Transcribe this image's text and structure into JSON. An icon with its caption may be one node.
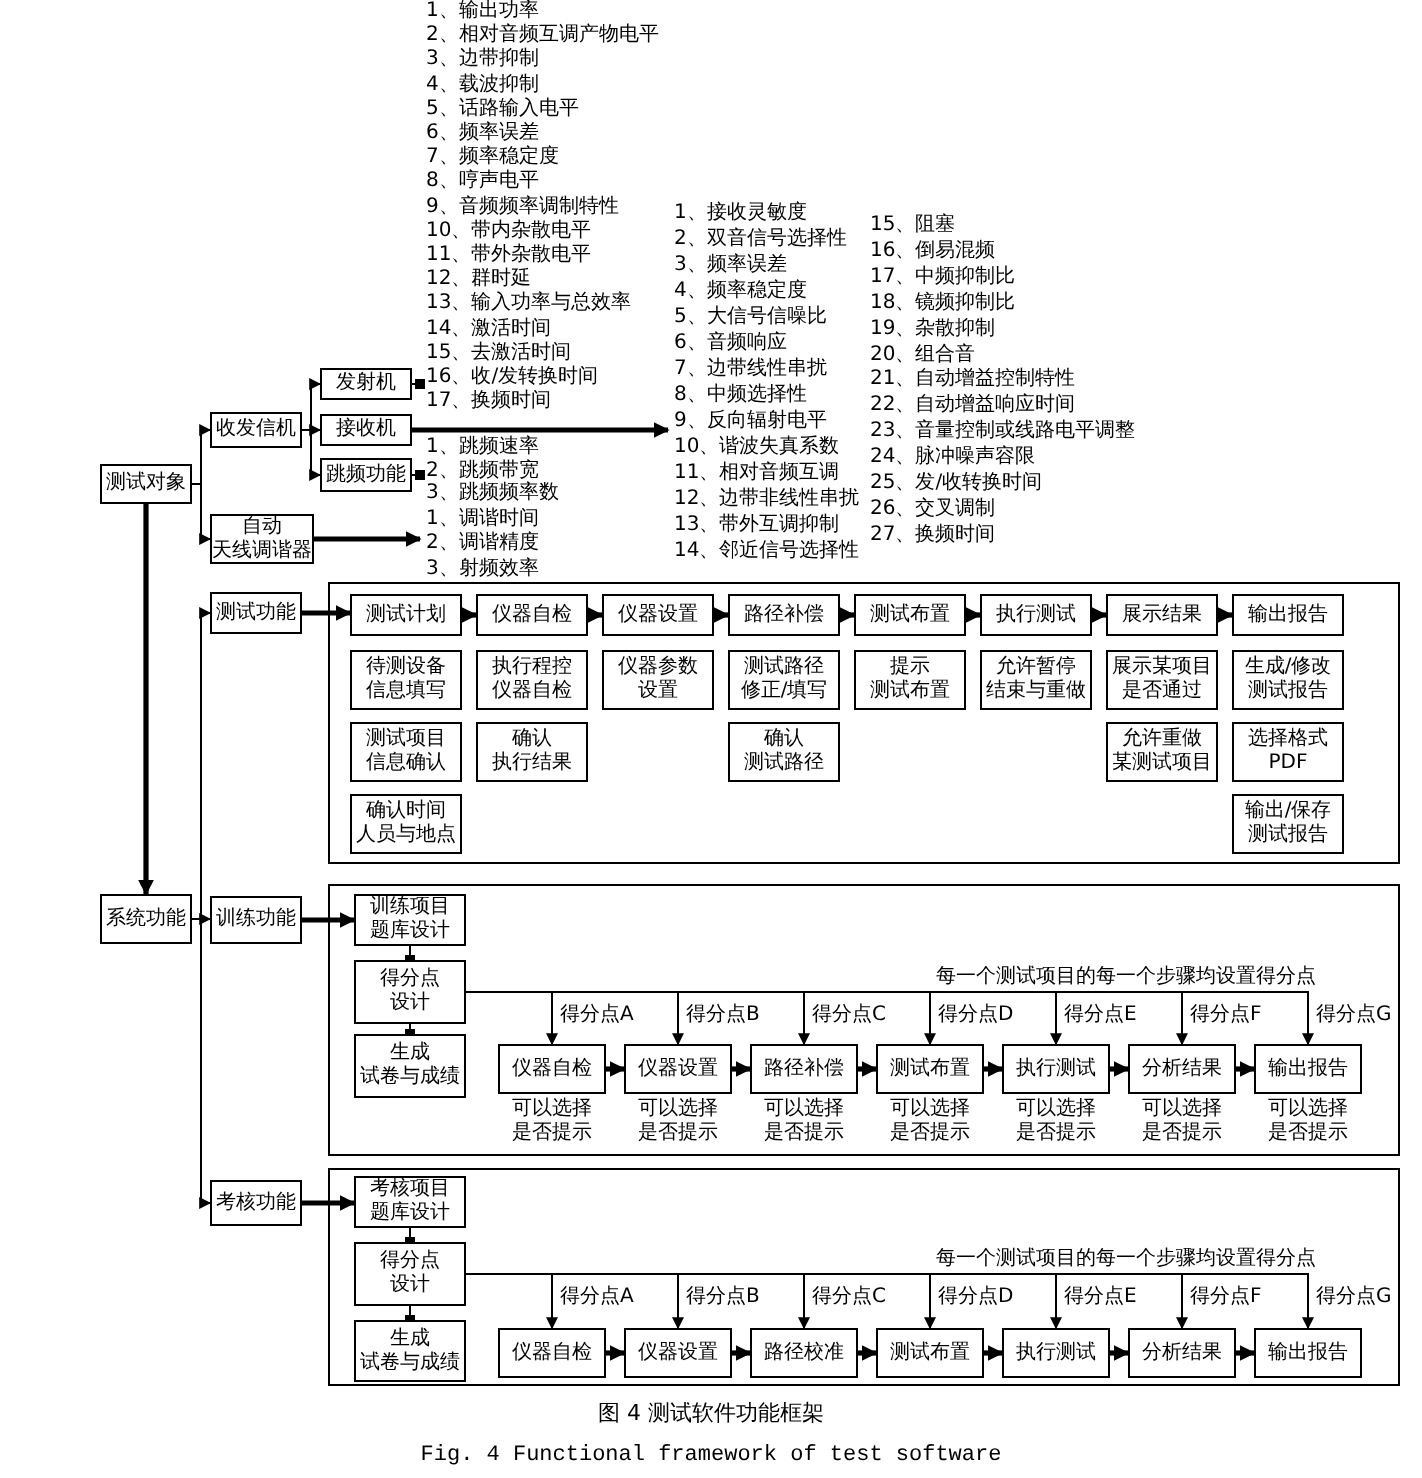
{
  "diagram": {
    "caption": "图 4 测试软件功能框架",
    "nodes": [
      {
        "text": [
          "测试对象"
        ]
      },
      {
        "text": [
          "收发信机"
        ]
      },
      {
        "text": [
          "自动天线调谐器"
        ]
      },
      {
        "text": [
          "发射机"
        ]
      },
      {
        "text": [
          "接收机"
        ]
      },
      {
        "text": [
          "跳频功能"
        ]
      },
      {
        "text": [
          "1、输出功率",
          "2、相对音频互调产物电平",
          "3、边带抑制",
          "4、载波抑制",
          "5、话路输入电平",
          "6、频率误差",
          "7、频率稳定度",
          "8、哼声电平",
          "9、音频频率调制特性",
          "10、带内杂散电平",
          "11、带外杂散电平",
          "12、群时延",
          "13、输入功率与总效率",
          "14、激活时间",
          "15、去激活时间",
          "16、收/发转换时间",
          "17、换频时间"
        ]
      },
      {
        "text": [
          "1、接收灵敏度",
          "2、双音信号选择性",
          "3、频率误差",
          "4、频率稳定度",
          "5、大信号信噪比",
          "6、音频响应",
          "7、边带线性串扰",
          "8、中频选择性",
          "9、反向辐射电平",
          "10、谐波失真系数",
          "11、相对音频互调",
          "12、边带非线性串扰",
          "13、带外互调抑制",
          "14、邻近信号选择性",
          "15、阻塞",
          "16、倒易混频",
          "17、中频抑制比",
          "18、镜频抑制比",
          "19、杂散抑制",
          "20、组合音",
          "21、自动增益控制特性",
          "22、自动增益响应时间",
          "23、音量控制或线路电平调整",
          "24、脉冲噪声容限",
          "25、发/收转换时间",
          "26、交叉调制",
          "27、换频时间"
        ]
      },
      {
        "text": [
          "1、跳频速率",
          "2、跳频带宽",
          "3、跳频频率数"
        ]
      },
      {
        "text": [
          "1、调谐时间",
          "2、调谐精度",
          "3、射频效率"
        ]
      },
      {
        "text": [
          "系统功能"
        ]
      },
      {
        "text": [
          "测试功能"
        ]
      },
      {
        "text": [
          "训练功能"
        ]
      },
      {
        "text": [
          "考核功能"
        ]
      },
      {
        "text": [],
        "shape": "box"
      },
      {
        "text": [
          "测试计划"
        ],
        "in": 14
      },
      {
        "text": [
          "仪器自检"
        ],
        "in": 14
      },
      {
        "text": [
          "仪器设置"
        ],
        "in": 14
      },
      {
        "text": [
          "路径补偿"
        ],
        "in": 14
      },
      {
        "text": [
          "测试布置"
        ],
        "in": 14
      },
      {
        "text": [
          "执行测试"
        ],
        "in": 14
      },
      {
        "text": [
          "展示结果"
        ],
        "in": 14
      },
      {
        "text": [
          "输出报告"
        ],
        "in": 14
      },
      {
        "text": [
          "待测设备信息填写"
        ],
        "in": 14
      },
      {
        "text": [
          "测试项目信息确认"
        ],
        "in": 14
      },
      {
        "text": [
          "确认时间人员与地点"
        ],
        "in": 14
      },
      {
        "text": [
          "执行程控仪器自检"
        ],
        "in": 14
      },
      {
        "text": [
          "确认执行结果"
        ],
        "in": 14
      },
      {
        "text": [
          "仪器参数设置"
        ],
        "in": 14
      },
      {
        "text": [
          "测试路径修正/填写"
        ],
        "in": 14
      },
      {
        "text": [
          "确认测试路径"
        ],
        "in": 14
      },
      {
        "text": [
          "提示测试布置"
        ],
        "in": 14
      },
      {
        "text": [
          "允许暂停结束与重做"
        ],
        "in": 14
      },
      {
        "text": [
          "展示某项目是否通过"
        ],
        "in": 14
      },
      {
        "text": [
          "允许重做某测试项目"
        ],
        "in": 14
      },
      {
        "text": [
          "生成/修改测试报告"
        ],
        "in": 14
      },
      {
        "text": [
          "选择格式PDF"
        ],
        "in": 14
      },
      {
        "text": [
          "输出/保存测试报告"
        ],
        "in": 14
      },
      {
        "text": [],
        "shape": "box"
      },
      {
        "text": [
          "训练项目题库设计"
        ],
        "in": 38
      },
      {
        "text": [
          "得分点设计"
        ],
        "in": 38
      },
      {
        "text": [
          "生成试卷与成绩"
        ],
        "in": 38
      },
      {
        "text": [
          "仪器自检"
        ],
        "in": 38,
        "beside": [
          "可以选择是否提示"
        ]
      },
      {
        "text": [
          "仪器设置"
        ],
        "in": 38,
        "beside": [
          "可以选择是否提示"
        ]
      },
      {
        "text": [
          "路径补偿"
        ],
        "in": 38,
        "beside": [
          "可以选择是否提示"
        ]
      },
      {
        "text": [
          "测试布置"
        ],
        "in": 38,
        "beside": [
          "可以选择是否提示"
        ]
      },
      {
        "text": [
          "执行测试"
        ],
        "in": 38,
        "beside": [
          "可以选择是否提示"
        ]
      },
      {
        "text": [
          "分析结果"
        ],
        "in": 38,
        "beside": [
          "可以选择是否提示"
        ]
      },
      {
        "text": [
          "输出报告"
        ],
        "in": 38,
        "beside": [
          "可以选择是否提示"
        ]
      },
      {
        "text": [],
        "shape": "box"
      },
      {
        "text": [
          "考核项目题库设计"
        ],
        "in": 49
      },
      {
        "text": [
          "得分点设计"
        ],
        "in": 49
      },
      {
        "text": [
          "生成试卷与成绩"
        ],
        "in": 49
      },
      {
        "text": [
          "仪器自检"
        ],
        "in": 49
      },
      {
        "text": [
          "仪器设置"
        ],
        "in": 49
      },
      {
        "text": [
          "路径校准"
        ],
        "in": 49
      },
      {
        "text": [
          "测试布置"
        ],
        "in": 49
      },
      {
        "text": [
          "执行测试"
        ],
        "in": 49
      },
      {
        "text": [
          "分析结果"
        ],
        "in": 49
      },
      {
        "text": [
          "输出报告"
        ],
        "in": 49
      }
    ],
    "edges": [
      {
        "from": 0,
        "to": 1,
        "arrow": "to"
      },
      {
        "from": 0,
        "to": 2,
        "arrow": "to"
      },
      {
        "from": 1,
        "to": 3,
        "arrow": "to"
      },
      {
        "from": 1,
        "to": 4,
        "arrow": "to"
      },
      {
        "from": 1,
        "to": 5,
        "arrow": "to"
      },
      {
        "from": 3,
        "to": 6,
        "arrow": "other"
      },
      {
        "from": 4,
        "to": 7,
        "arrow": "to",
        "style": "thick"
      },
      {
        "from": 5,
        "to": 8,
        "arrow": "other"
      },
      {
        "from": 2,
        "to": 9,
        "arrow": "to",
        "style": "thick"
      },
      {
        "from": 0,
        "to": 10,
        "arrow": "to",
        "style": "thick"
      },
      {
        "from": 10,
        "to": 11,
        "arrow": "to"
      },
      {
        "from": 10,
        "to": 12,
        "arrow": "to"
      },
      {
        "from": 10,
        "to": 13,
        "arrow": "to"
      },
      {
        "from": 11,
        "to": 15,
        "arrow": "to",
        "style": "thick"
      },
      {
        "from": 15,
        "to": 16,
        "arrow": "to",
        "style": "thick"
      },
      {
        "from": 16,
        "to": 17,
        "arrow": "to",
        "style": "thick"
      },
      {
        "from": 17,
        "to": 18,
        "arrow": "to",
        "style": "thick"
      },
      {
        "from": 18,
        "to": 19,
        "arrow": "to",
        "style": "thick"
      },
      {
        "from": 19,
        "to": 20,
        "arrow": "to",
        "style": "thick"
      },
      {
        "from": 20,
        "to": 21,
        "arrow": "to",
        "style": "thick"
      },
      {
        "from": 21,
        "to": 22,
        "arrow": "to",
        "style": "thick"
      },
      {
        "from": 12,
        "to": 39,
        "arrow": "to",
        "style": "thick"
      },
      {
        "from": 39,
        "to": 40,
        "arrow": "other"
      },
      {
        "from": 40,
        "to": 41,
        "arrow": "other"
      },
      {
        "from": 40,
        "to": 42,
        "arrow": "to",
        "label": "得分点A"
      },
      {
        "from": 40,
        "to": 43,
        "arrow": "to",
        "label": "得分点B"
      },
      {
        "from": 40,
        "to": 44,
        "arrow": "to",
        "label": "得分点C"
      },
      {
        "from": 40,
        "to": 45,
        "arrow": "to",
        "label": "得分点D"
      },
      {
        "from": 40,
        "to": 46,
        "arrow": "to",
        "label": "得分点E"
      },
      {
        "from": 40,
        "to": 47,
        "arrow": "to",
        "label": "得分点F"
      },
      {
        "from": 40,
        "to": 48,
        "arrow": "to",
        "label": "得分点G"
      },
      {
        "from": 42,
        "to": 43,
        "arrow": "to",
        "style": "thick"
      },
      {
        "from": 43,
        "to": 44,
        "arrow": "to",
        "style": "thick"
      },
      {
        "from": 44,
        "to": 45,
        "arrow": "to",
        "style": "thick"
      },
      {
        "from": 45,
        "to": 46,
        "arrow": "to",
        "style": "thick"
      },
      {
        "from": 46,
        "to": 47,
        "arrow": "to",
        "style": "thick"
      },
      {
        "from": 47,
        "to": 48,
        "arrow": "to",
        "style": "thick"
      },
      {
        "from": 13,
        "to": 50,
        "arrow": "to",
        "style": "thick"
      },
      {
        "from": 50,
        "to": 51,
        "arrow": "other"
      },
      {
        "from": 51,
        "to": 52,
        "arrow": "other"
      },
      {
        "from": 51,
        "to": 53,
        "arrow": "to",
        "label": "得分点A"
      },
      {
        "from": 51,
        "to": 54,
        "arrow": "to",
        "label": "得分点B"
      },
      {
        "from": 51,
        "to": 55,
        "arrow": "to",
        "label": "得分点C"
      },
      {
        "from": 51,
        "to": 56,
        "arrow": "to",
        "label": "得分点D"
      },
      {
        "from": 51,
        "to": 57,
        "arrow": "to",
        "label": "得分点E"
      },
      {
        "from": 51,
        "to": 58,
        "arrow": "to",
        "label": "得分点F"
      },
      {
        "from": 51,
        "to": 59,
        "arrow": "to",
        "label": "得分点G"
      },
      {
        "from": 53,
        "to": 54,
        "arrow": "to",
        "style": "thick"
      },
      {
        "from": 54,
        "to": 55,
        "arrow": "to",
        "style": "thick"
      },
      {
        "from": 55,
        "to": 56,
        "arrow": "to",
        "style": "thick"
      },
      {
        "from": 56,
        "to": 57,
        "arrow": "to",
        "style": "thick"
      },
      {
        "from": 57,
        "to": 58,
        "arrow": "to",
        "style": "thick"
      },
      {
        "from": 58,
        "to": 59,
        "arrow": "to",
        "style": "thick"
      }
    ],
    "labels": [
      "每一个测试项目的每一个步骤均设置得分点",
      "每一个测试项目的每一个步骤均设置得分点",
      "Fig. 4 Functional framework of test software"
    ]
  }
}
